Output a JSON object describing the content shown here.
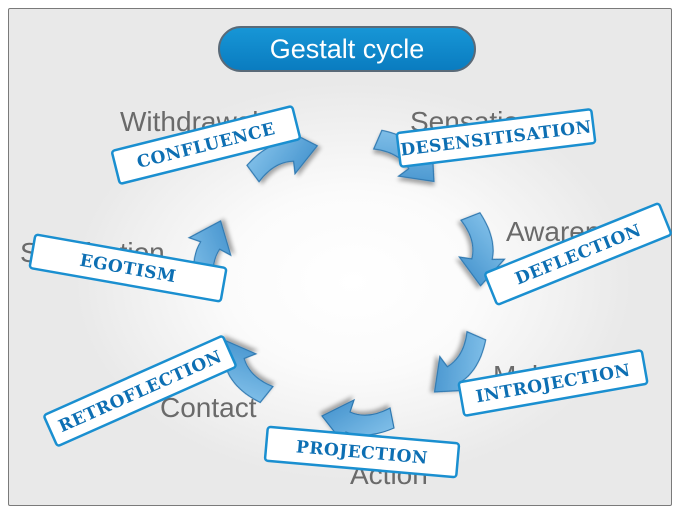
{
  "title": "Gestalt cycle",
  "stages": [
    "Withdrawal",
    "Sensation",
    "Awareness",
    "Mobilisation",
    "Action",
    "Contact",
    "Satisfaction"
  ],
  "interruptions": [
    "CONFLUENCE",
    "DESENSITISATION",
    "DEFLECTION",
    "INTROJECTION",
    "PROJECTION",
    "RETROFLECTION",
    "EGOTISM"
  ],
  "colors": {
    "title_fill": "#0a84c6",
    "arrow_fill": "#5aa8dd",
    "tag_border": "#1a8fd0",
    "tag_text": "#0d6fb3",
    "stage_text": "#6a6a6a"
  }
}
